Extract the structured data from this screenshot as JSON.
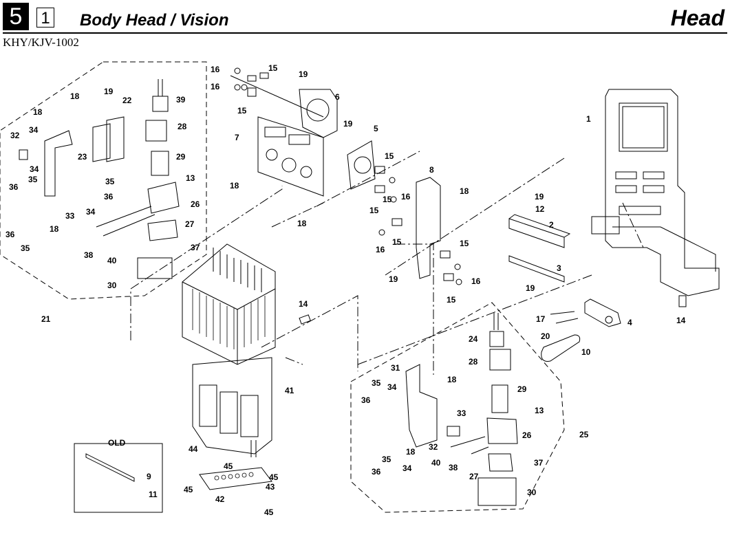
{
  "header": {
    "section_number": "5",
    "sub_number": "1",
    "title": "Body Head / Vision",
    "category": "Head",
    "model": "KHY/KJV-1002"
  },
  "old_box": {
    "label": "OLD"
  },
  "callouts": [
    {
      "id": "c1",
      "text": "1"
    },
    {
      "id": "c2",
      "text": "2"
    },
    {
      "id": "c3",
      "text": "3"
    },
    {
      "id": "c4",
      "text": "4"
    },
    {
      "id": "c5",
      "text": "5"
    },
    {
      "id": "c6",
      "text": "6"
    },
    {
      "id": "c7",
      "text": "7"
    },
    {
      "id": "c8",
      "text": "8"
    },
    {
      "id": "c9",
      "text": "9"
    },
    {
      "id": "c10",
      "text": "10"
    },
    {
      "id": "c11",
      "text": "11"
    },
    {
      "id": "c12",
      "text": "12"
    },
    {
      "id": "c13a",
      "text": "13"
    },
    {
      "id": "c13b",
      "text": "13"
    },
    {
      "id": "c14a",
      "text": "14"
    },
    {
      "id": "c14b",
      "text": "14"
    },
    {
      "id": "c15a",
      "text": "15"
    },
    {
      "id": "c15b",
      "text": "15"
    },
    {
      "id": "c15c",
      "text": "15"
    },
    {
      "id": "c15d",
      "text": "15"
    },
    {
      "id": "c15e",
      "text": "15"
    },
    {
      "id": "c15f",
      "text": "15"
    },
    {
      "id": "c15g",
      "text": "15"
    },
    {
      "id": "c15h",
      "text": "15"
    },
    {
      "id": "c16a",
      "text": "16"
    },
    {
      "id": "c16b",
      "text": "16"
    },
    {
      "id": "c16c",
      "text": "16"
    },
    {
      "id": "c16d",
      "text": "16"
    },
    {
      "id": "c17",
      "text": "17"
    },
    {
      "id": "c18a",
      "text": "18"
    },
    {
      "id": "c18b",
      "text": "18"
    },
    {
      "id": "c18c",
      "text": "18"
    },
    {
      "id": "c18d",
      "text": "18"
    },
    {
      "id": "c18e",
      "text": "18"
    },
    {
      "id": "c18f",
      "text": "18"
    },
    {
      "id": "c18g",
      "text": "18"
    },
    {
      "id": "c18h",
      "text": "18"
    },
    {
      "id": "c19a",
      "text": "19"
    },
    {
      "id": "c19b",
      "text": "19"
    },
    {
      "id": "c19c",
      "text": "19"
    },
    {
      "id": "c19d",
      "text": "19"
    },
    {
      "id": "c19e",
      "text": "19"
    },
    {
      "id": "c19f",
      "text": "19"
    },
    {
      "id": "c20",
      "text": "20"
    },
    {
      "id": "c21",
      "text": "21"
    },
    {
      "id": "c22",
      "text": "22"
    },
    {
      "id": "c23",
      "text": "23"
    },
    {
      "id": "c24",
      "text": "24"
    },
    {
      "id": "c25",
      "text": "25"
    },
    {
      "id": "c26a",
      "text": "26"
    },
    {
      "id": "c26b",
      "text": "26"
    },
    {
      "id": "c27a",
      "text": "27"
    },
    {
      "id": "c27b",
      "text": "27"
    },
    {
      "id": "c28a",
      "text": "28"
    },
    {
      "id": "c28b",
      "text": "28"
    },
    {
      "id": "c29a",
      "text": "29"
    },
    {
      "id": "c29b",
      "text": "29"
    },
    {
      "id": "c30a",
      "text": "30"
    },
    {
      "id": "c30b",
      "text": "30"
    },
    {
      "id": "c31",
      "text": "31"
    },
    {
      "id": "c32a",
      "text": "32"
    },
    {
      "id": "c32b",
      "text": "32"
    },
    {
      "id": "c33a",
      "text": "33"
    },
    {
      "id": "c33b",
      "text": "33"
    },
    {
      "id": "c34a",
      "text": "34"
    },
    {
      "id": "c34b",
      "text": "34"
    },
    {
      "id": "c34c",
      "text": "34"
    },
    {
      "id": "c34d",
      "text": "34"
    },
    {
      "id": "c34e",
      "text": "34"
    },
    {
      "id": "c35a",
      "text": "35"
    },
    {
      "id": "c35b",
      "text": "35"
    },
    {
      "id": "c35c",
      "text": "35"
    },
    {
      "id": "c35d",
      "text": "35"
    },
    {
      "id": "c35e",
      "text": "35"
    },
    {
      "id": "c36a",
      "text": "36"
    },
    {
      "id": "c36b",
      "text": "36"
    },
    {
      "id": "c36c",
      "text": "36"
    },
    {
      "id": "c36d",
      "text": "36"
    },
    {
      "id": "c36e",
      "text": "36"
    },
    {
      "id": "c37a",
      "text": "37"
    },
    {
      "id": "c37b",
      "text": "37"
    },
    {
      "id": "c38a",
      "text": "38"
    },
    {
      "id": "c38b",
      "text": "38"
    },
    {
      "id": "c39",
      "text": "39"
    },
    {
      "id": "c40a",
      "text": "40"
    },
    {
      "id": "c40b",
      "text": "40"
    },
    {
      "id": "c41",
      "text": "41"
    },
    {
      "id": "c42",
      "text": "42"
    },
    {
      "id": "c43",
      "text": "43"
    },
    {
      "id": "c44",
      "text": "44"
    },
    {
      "id": "c45a",
      "text": "45"
    },
    {
      "id": "c45b",
      "text": "45"
    },
    {
      "id": "c45c",
      "text": "45"
    },
    {
      "id": "c45d",
      "text": "45"
    }
  ]
}
